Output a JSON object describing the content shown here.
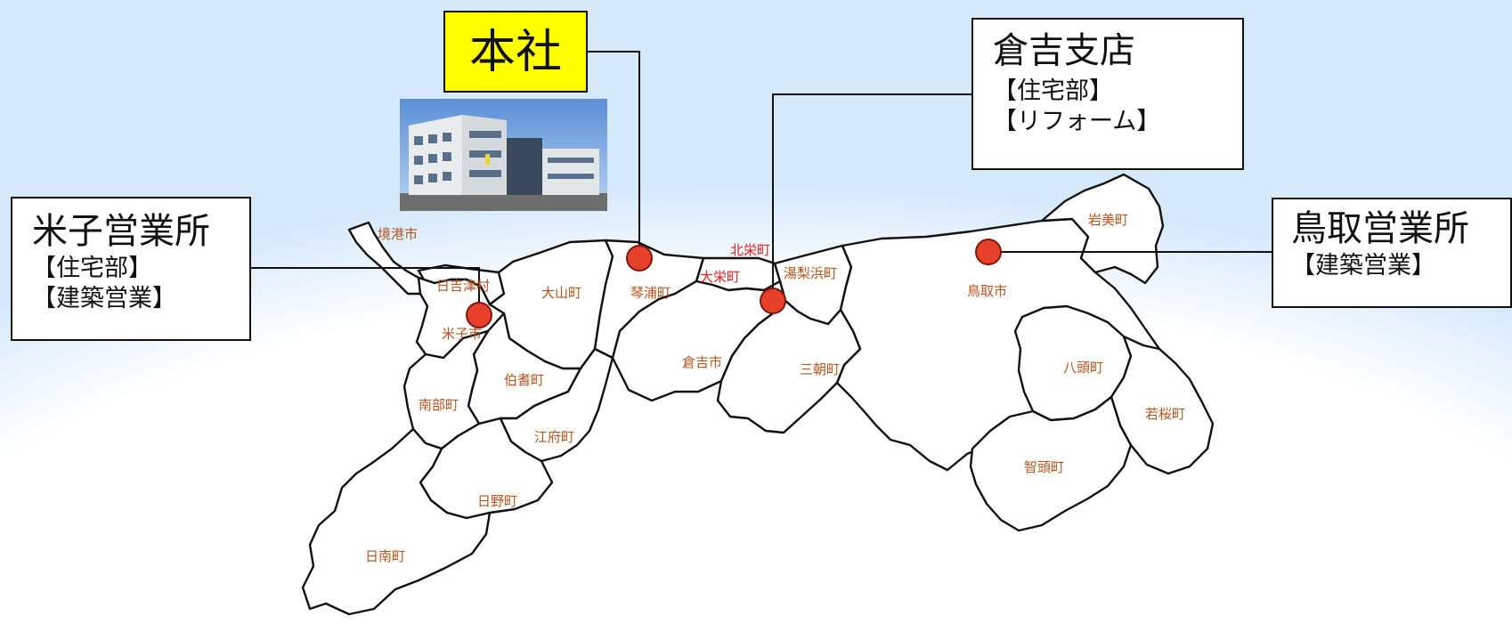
{
  "offices": {
    "hq": {
      "title": "本社"
    },
    "kurayoshi": {
      "title": "倉吉支店",
      "depts": [
        "【住宅部】",
        "【リフォーム】"
      ]
    },
    "yonago": {
      "title": "米子営業所",
      "depts": [
        "【住宅部】",
        "【建築営業】"
      ]
    },
    "tottori": {
      "title": "鳥取営業所",
      "depts": [
        "【建築営業】"
      ]
    }
  },
  "municipalities": {
    "sakaiminato": "境港市",
    "hiezu": "日吉津村",
    "yonago": "米子市",
    "daisen": "大山町",
    "kotoura": "琴浦町",
    "hokuei": "北栄町",
    "daiei": "大栄町",
    "yurihama": "湯梨浜町",
    "tottori": "鳥取市",
    "iwami": "岩美町",
    "kurayoshi": "倉吉市",
    "misasa": "三朝町",
    "hoki": "伯耆町",
    "nanbu": "南部町",
    "kofu": "江府町",
    "hino": "日野町",
    "nichinan": "日南町",
    "yazu": "八頭町",
    "wakasa": "若桜町",
    "chizu": "智頭町"
  },
  "colors": {
    "pin": "#e8412b",
    "hq_box": "#ffff00",
    "label_text": "#b5541d",
    "label_text_merged": "#e02020",
    "background_glow": "#d6e9fb"
  },
  "photo": {
    "subject": "headquarters building"
  }
}
